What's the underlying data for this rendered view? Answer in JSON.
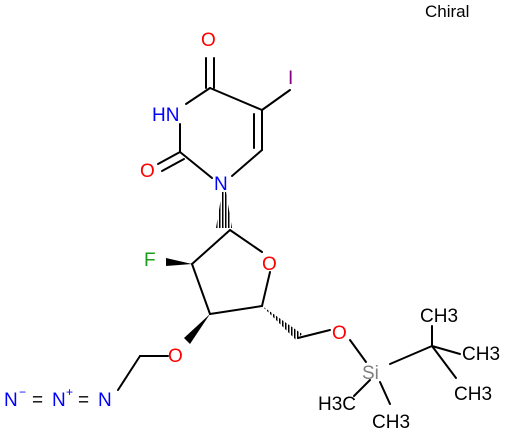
{
  "label": "Chiral",
  "colors": {
    "carbon_bond": "#000000",
    "oxygen": "#ff0000",
    "nitrogen": "#0000ff",
    "fluorine": "#1a9c1a",
    "iodine": "#800080",
    "silicon": "#808080",
    "carbon_text": "#000000"
  },
  "atoms": {
    "o_carbonyl_top": "O",
    "iodine": "I",
    "nh": "HN",
    "o_carbonyl_left": "O",
    "n_ring": "N",
    "fluorine": "F",
    "o_furanose": "O",
    "o_ether": "O",
    "o_silyl": "O",
    "silicon": "Si",
    "ch3_tb_top": "CH3",
    "ch3_tb_right": "CH3",
    "ch3_tb_bottom": "CH3",
    "ch3_si_left": "H3C",
    "ch3_si_bottom": "CH3",
    "azide_n1": "N",
    "azide_minus": "−",
    "azide_n2": "N",
    "azide_plus": "+",
    "azide_n3": "N",
    "eq1": "=",
    "eq2": "="
  }
}
